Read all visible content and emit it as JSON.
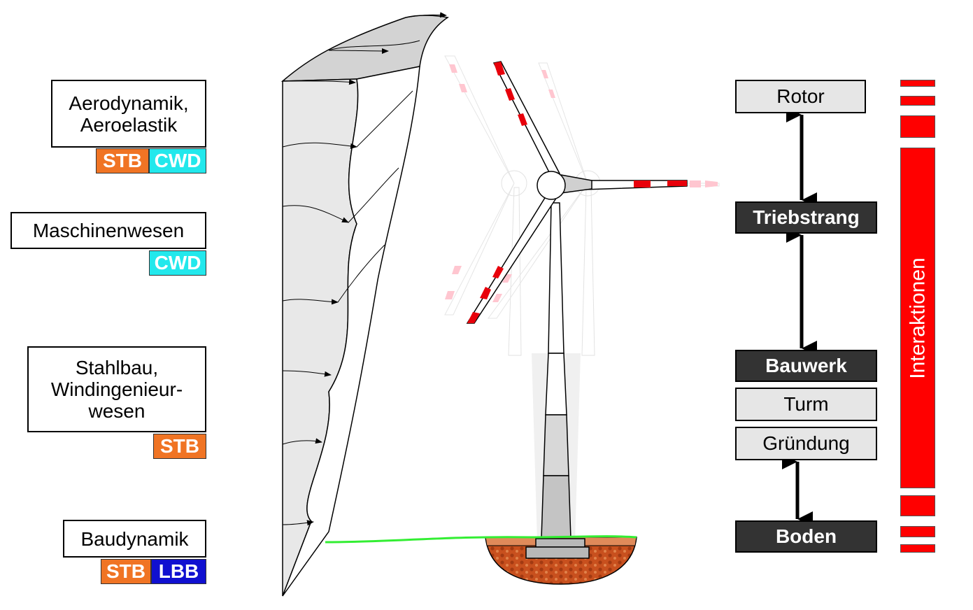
{
  "disciplines": [
    {
      "label_lines": [
        "Aerodynamik,",
        "Aeroelastik"
      ],
      "tags": [
        "STB",
        "CWD"
      ]
    },
    {
      "label_lines": [
        "Maschinenwesen"
      ],
      "tags": [
        "CWD"
      ]
    },
    {
      "label_lines": [
        "Stahlbau,",
        "Windingenieur-",
        "wesen"
      ],
      "tags": [
        "STB"
      ]
    },
    {
      "label_lines": [
        "Baudynamik"
      ],
      "tags": [
        "STB",
        "LBB"
      ]
    }
  ],
  "tag_colors": {
    "STB": "#f07424",
    "CWD": "#22e8ec",
    "LBB": "#1010d0"
  },
  "components": {
    "rotor": "Rotor",
    "triebstrang": "Triebstrang",
    "bauwerk": "Bauwerk",
    "turm": "Turm",
    "gruendung": "Gründung",
    "boden": "Boden"
  },
  "interactions_label": "Interaktionen",
  "colors": {
    "accent_red": "#ff0000",
    "dark_box": "#333333",
    "light_box": "#e6e6e6",
    "ground_line": "#33ee33"
  }
}
